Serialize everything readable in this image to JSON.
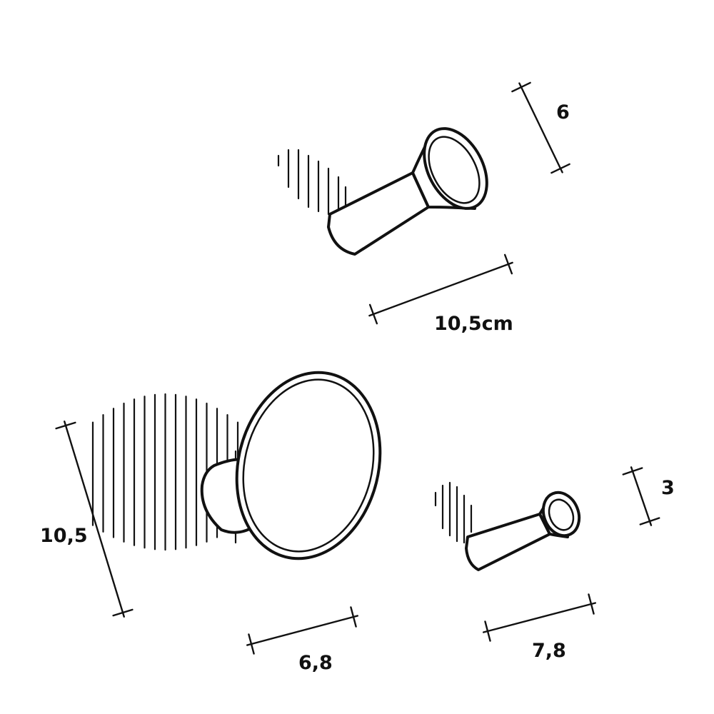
{
  "dimensions": {
    "top_hook_height": "6",
    "top_hook_length": "10,5cm",
    "large_hook_height": "10,5",
    "large_hook_length": "6,8",
    "small_hook_height": "3",
    "small_hook_length": "7,8"
  },
  "colors": {
    "stroke": "#111111",
    "background": "#ffffff"
  }
}
